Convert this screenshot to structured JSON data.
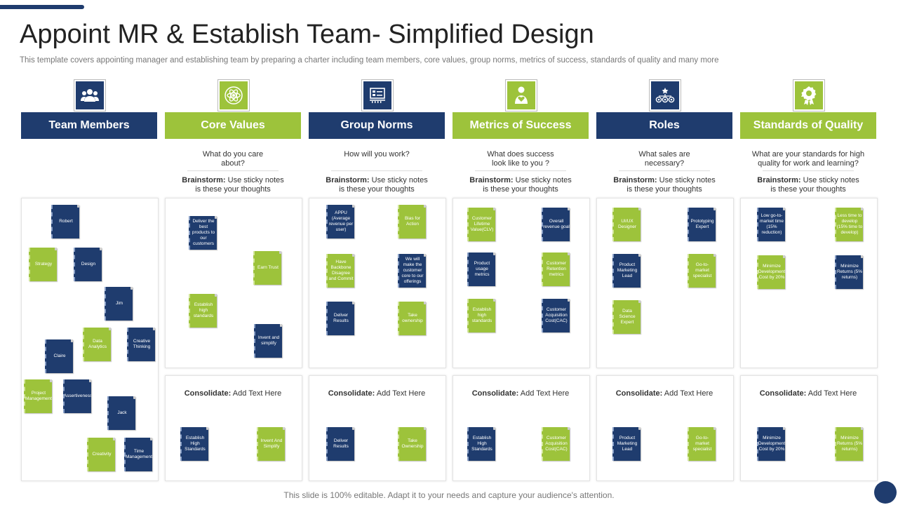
{
  "slide": {
    "title": "Appoint MR & Establish Team- Simplified Design",
    "subtitle": "This template covers appointing manager and establishing team by preparing a charter including team members, core values, group norms, metrics of success, standards of quality and many more",
    "footer": "This slide is 100% editable. Adapt it to your needs and capture your audience's attention."
  },
  "colors": {
    "navy": "#1F3C6E",
    "green": "#9DC33B"
  },
  "brainstorm_label": "Brainstorm:",
  "brainstorm_text": "Use sticky notes is these your thoughts",
  "consolidate_label": "Consolidate:",
  "consolidate_text": "Add Text Here",
  "columns": [
    {
      "header": "Team Members",
      "color": "navy",
      "icon": "team-icon",
      "notes": [
        {
          "text": "Robert",
          "color": "navy"
        },
        {
          "text": "Strategy",
          "color": "green"
        },
        {
          "text": "Design",
          "color": "navy"
        },
        {
          "text": "Jim",
          "color": "navy"
        },
        {
          "text": "Data Analytics",
          "color": "green"
        },
        {
          "text": "Creative Thinking",
          "color": "navy"
        },
        {
          "text": "Claire",
          "color": "navy"
        },
        {
          "text": "Project Management",
          "color": "green"
        },
        {
          "text": "Assertiveness",
          "color": "navy"
        },
        {
          "text": "Jack",
          "color": "navy"
        },
        {
          "text": "Creativity",
          "color": "green"
        },
        {
          "text": "Time Management",
          "color": "navy"
        }
      ]
    },
    {
      "header": "Core Values",
      "color": "green",
      "icon": "atom-icon",
      "question": "What do you care about?",
      "notes": [
        {
          "text": "Deliver the best products to our customers",
          "color": "navy"
        },
        {
          "text": "Earn Trust",
          "color": "green"
        },
        {
          "text": "Establish high standards",
          "color": "green"
        },
        {
          "text": "Invent and simplify",
          "color": "navy"
        }
      ],
      "consolidate": [
        {
          "text": "Establish High Standards",
          "color": "navy"
        },
        {
          "text": "Invent And Simplify",
          "color": "green"
        }
      ]
    },
    {
      "header": "Group Norms",
      "color": "navy",
      "icon": "presentation-board-icon",
      "question": "How will you work?",
      "notes": [
        {
          "text": "APPU (Average revenue per user)",
          "color": "navy"
        },
        {
          "text": "Bias for Action",
          "color": "green"
        },
        {
          "text": "Have Backbone Disagree and Commit",
          "color": "green"
        },
        {
          "text": "We will make the customer core to our offerings",
          "color": "navy"
        },
        {
          "text": "Deliver Results",
          "color": "navy"
        },
        {
          "text": "Take ownership",
          "color": "green"
        }
      ],
      "consolidate": [
        {
          "text": "Deliver Results",
          "color": "navy"
        },
        {
          "text": "Take Ownership",
          "color": "green"
        }
      ]
    },
    {
      "header": "Metrics of Success",
      "color": "green",
      "icon": "person-heart-icon",
      "question": "What does success look like to you ?",
      "notes": [
        {
          "text": "Customer Lifetime Value(CLV)",
          "color": "green"
        },
        {
          "text": "Overall revenue goal",
          "color": "navy"
        },
        {
          "text": "Product usage metrics",
          "color": "navy"
        },
        {
          "text": "Customer Retention metrics",
          "color": "green"
        },
        {
          "text": "Establish high standards",
          "color": "green"
        },
        {
          "text": "Customer Acquisition Cost(CAC)",
          "color": "navy"
        }
      ],
      "consolidate": [
        {
          "text": "Establish High Standards",
          "color": "navy"
        },
        {
          "text": "Customer Acquisition Cost(CAC)",
          "color": "green"
        }
      ]
    },
    {
      "header": "Roles",
      "color": "navy",
      "icon": "org-roles-icon",
      "question": "What sales are necessary?",
      "notes": [
        {
          "text": "UI/UX Designer",
          "color": "green"
        },
        {
          "text": "Prototyping Expert",
          "color": "navy"
        },
        {
          "text": "Product Marketing Lead",
          "color": "navy"
        },
        {
          "text": "Go-to-market specialist",
          "color": "green"
        },
        {
          "text": "Data Science Expert",
          "color": "green"
        }
      ],
      "consolidate": [
        {
          "text": "Product Marketing Lead",
          "color": "navy"
        },
        {
          "text": "Go-to-market specialist",
          "color": "green"
        }
      ]
    },
    {
      "header": "Standards of Quality",
      "color": "green",
      "icon": "quality-award-icon",
      "question": "What are your standards for high quality for work and learning?",
      "notes": [
        {
          "text": "Low go-to-market time (15% reduction)",
          "color": "navy"
        },
        {
          "text": "Less time to develop (15% time to develop)",
          "color": "green"
        },
        {
          "text": "Minimize Development Cost by 20%",
          "color": "green"
        },
        {
          "text": "Minimize Returns (5% returns)",
          "color": "navy"
        }
      ],
      "consolidate": [
        {
          "text": "Minimize Development Cost by 20%",
          "color": "navy"
        },
        {
          "text": "Minimize Returns (5% returns)",
          "color": "green"
        }
      ]
    }
  ]
}
